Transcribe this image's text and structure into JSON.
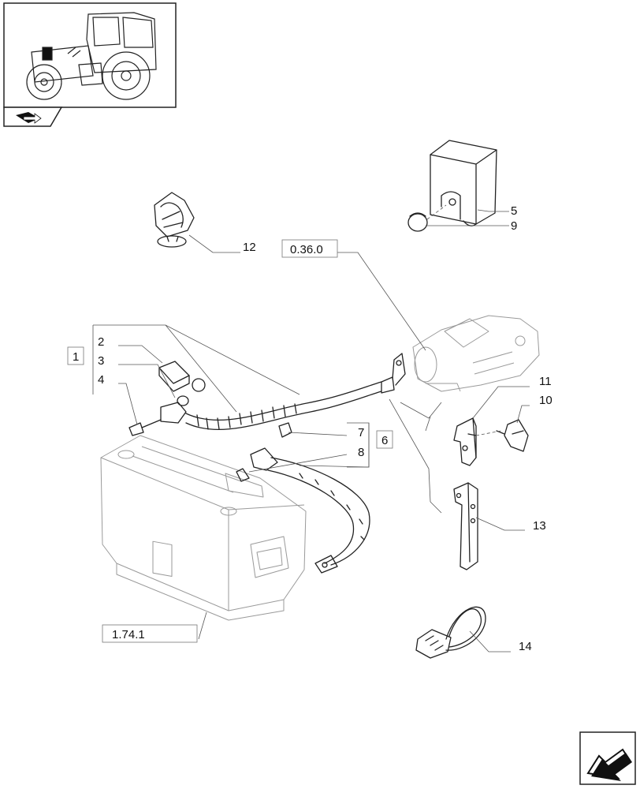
{
  "thumbnail": {
    "icon": "tractor-icon"
  },
  "nav_tab": {
    "icon": "book-arrow-icon"
  },
  "references": {
    "starter": "0.36.0",
    "battery": "1.74.1"
  },
  "group_labels": {
    "group_1": "1",
    "group_6": "6"
  },
  "callouts": {
    "p2": "2",
    "p3": "3",
    "p4": "4",
    "p5": "5",
    "p7": "7",
    "p8": "8",
    "p9": "9",
    "p10": "10",
    "p11": "11",
    "p12": "12",
    "p13": "13",
    "p14": "14"
  },
  "next_page": {
    "icon": "next-page-arrow-icon"
  }
}
